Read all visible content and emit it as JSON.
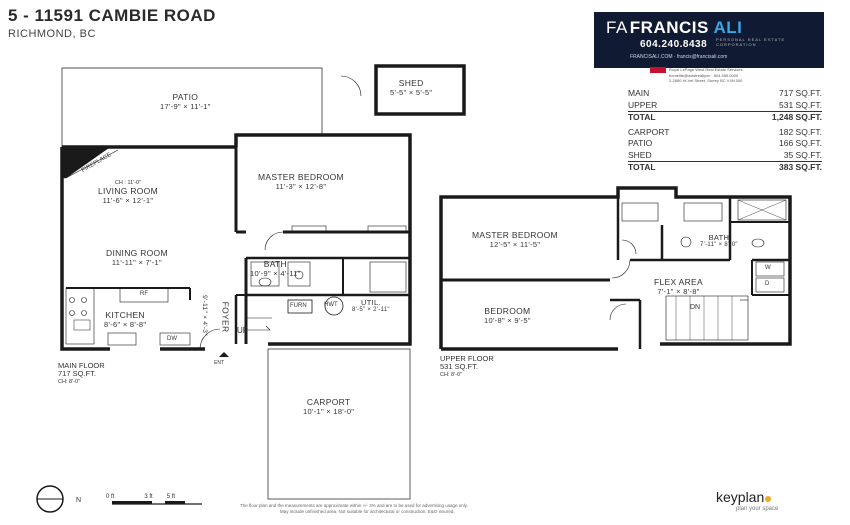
{
  "header": {
    "title": "5 - 11591 CAMBIE ROAD",
    "subtitle": "RICHMOND, BC"
  },
  "agent": {
    "logo_first": "FRANCIS",
    "logo_last": " ALI",
    "tag": "PERSONAL REAL ESTATE CORPORATION",
    "phone": "604.240.8438",
    "email_line": "FRANCISALI.COM  ·  francis@francisali.com",
    "brokerage_1": "Royal LePage West Real Estate Services",
    "brokerage_2": "homelife@westrealtyxx · 604.555.0000",
    "brokerage_3": "2-2680 Hi-Vel Street, Surrey BC V4N 000"
  },
  "areas": {
    "main": [
      {
        "label": "MAIN",
        "value": "717 SQ.FT."
      },
      {
        "label": "UPPER",
        "value": "531 SQ.FT."
      }
    ],
    "main_total": {
      "label": "TOTAL",
      "value": "1,248 SQ.FT."
    },
    "other": [
      {
        "label": "CARPORT",
        "value": "182 SQ.FT."
      },
      {
        "label": "PATIO",
        "value": "166 SQ.FT."
      },
      {
        "label": "SHED",
        "value": "35 SQ.FT."
      }
    ],
    "other_total": {
      "label": "TOTAL",
      "value": "383 SQ.FT."
    }
  },
  "rooms": {
    "patio": {
      "name": "PATIO",
      "dim": "17'-9\"  ×  11'-1\""
    },
    "shed": {
      "name": "SHED",
      "dim": "5'-5\" × 5'-5\""
    },
    "living": {
      "ceiling": "CH : 11'-0\"",
      "name": "LIVING ROOM",
      "dim": "11'-6\"  ×  12'-1\""
    },
    "fireplace": "FIREPLACE",
    "master_main": {
      "name": "MASTER BEDROOM",
      "dim": "11'-3\"  ×  12'-8\""
    },
    "dining": {
      "name": "DINING ROOM",
      "dim": "11'-11\"  ×  7'-1\""
    },
    "bath_main": {
      "name": "BATH",
      "dim": "10'-9\" × 4'-11\""
    },
    "kitchen": {
      "name": "KITCHEN",
      "dim": "8'-6\"  ×  8'-8\""
    },
    "rf": "RF",
    "dw": "DW",
    "furn": "FURN",
    "hwt": "HWT",
    "util": {
      "name": "UTIL.",
      "dim": "8'-5\" × 2'-11\""
    },
    "foyer": {
      "name": "FOYER",
      "dim": "9'-11\" × 4'-3\""
    },
    "up": "UP",
    "ent": "ENT",
    "carport": {
      "name": "CARPORT",
      "dim": "10'-1\"  ×  18'-0\""
    },
    "master_up": {
      "name": "MASTER BEDROOM",
      "dim": "12'-5\"  ×  11'-5\""
    },
    "bath_up": {
      "name": "BATH",
      "dim": "7'-11\" × 8'-0\""
    },
    "flex": {
      "name": "FLEX AREA",
      "dim": "7'-1\"  ×  8'-8\""
    },
    "bedroom": {
      "name": "BEDROOM",
      "dim": "10'-8\"  ×  9'-5\""
    },
    "w": "W",
    "d": "D",
    "dn": "DN"
  },
  "floors": {
    "main": {
      "line1": "MAIN FLOOR",
      "line2": "717 SQ.FT.",
      "line3": "CH: 8'-0\""
    },
    "upper": {
      "line1": "UPPER FLOOR",
      "line2": "531 SQ.FT.",
      "line3": "CH: 8'-0\""
    }
  },
  "footer": {
    "north": "N",
    "scale_0": "0 ft",
    "scale_3": "3 ft",
    "scale_5": "5 ft",
    "disclaimer_1": "The floor plan and the measurements are approximate within +/- 3% and are to be used for advertising usage only.",
    "disclaimer_2": "May include unfinished area. Not suitable for architectural or construction. E&O insured.",
    "keyplan": "keyplan",
    "keyplan_tag": "plan your space"
  }
}
